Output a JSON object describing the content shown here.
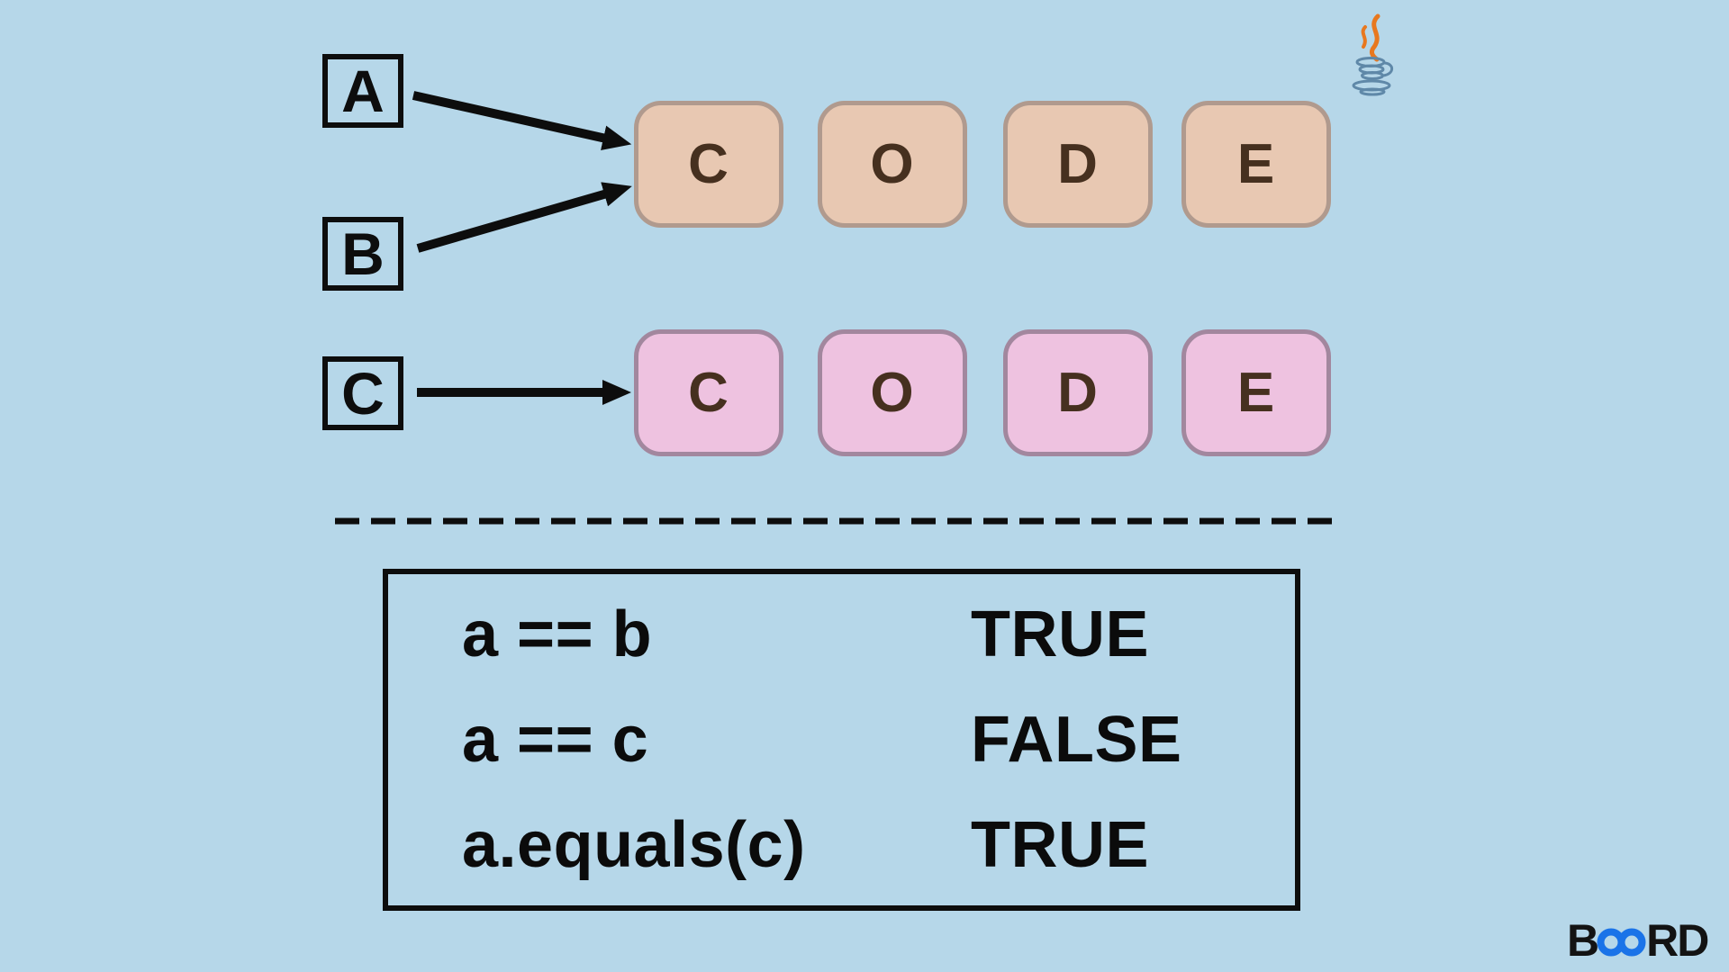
{
  "colors": {
    "background": "#b6d7e9",
    "ink": "#0d0d0d",
    "tile_letter": "#46301f",
    "results_text": "#0b0b0b",
    "board_text": "#131313",
    "board_accent": "#1a73e8",
    "java_steam": "#e8781f",
    "java_cup": "#5f88a8"
  },
  "icons": {
    "java_logo": "java-coffee-cup-logo",
    "board_logo_glyph": "infinity-double-circle"
  },
  "reference_boxes": [
    {
      "label": "A"
    },
    {
      "label": "B"
    },
    {
      "label": "C"
    }
  ],
  "string_rows": [
    {
      "id": "string-object-ab",
      "letters": [
        "C",
        "O",
        "D",
        "E"
      ],
      "fill": "#e8c8b2",
      "border": "#b09a8e"
    },
    {
      "id": "string-object-c",
      "letters": [
        "C",
        "O",
        "D",
        "E"
      ],
      "fill": "#eec2e0",
      "border": "#a2879e"
    }
  ],
  "results_table": {
    "rows": [
      {
        "expression": "a == b",
        "value": "TRUE"
      },
      {
        "expression": "a == c",
        "value": "FALSE"
      },
      {
        "expression": "a.equals(c)",
        "value": "TRUE"
      }
    ]
  },
  "board_logo": {
    "prefix": "B",
    "suffix": "RD"
  }
}
